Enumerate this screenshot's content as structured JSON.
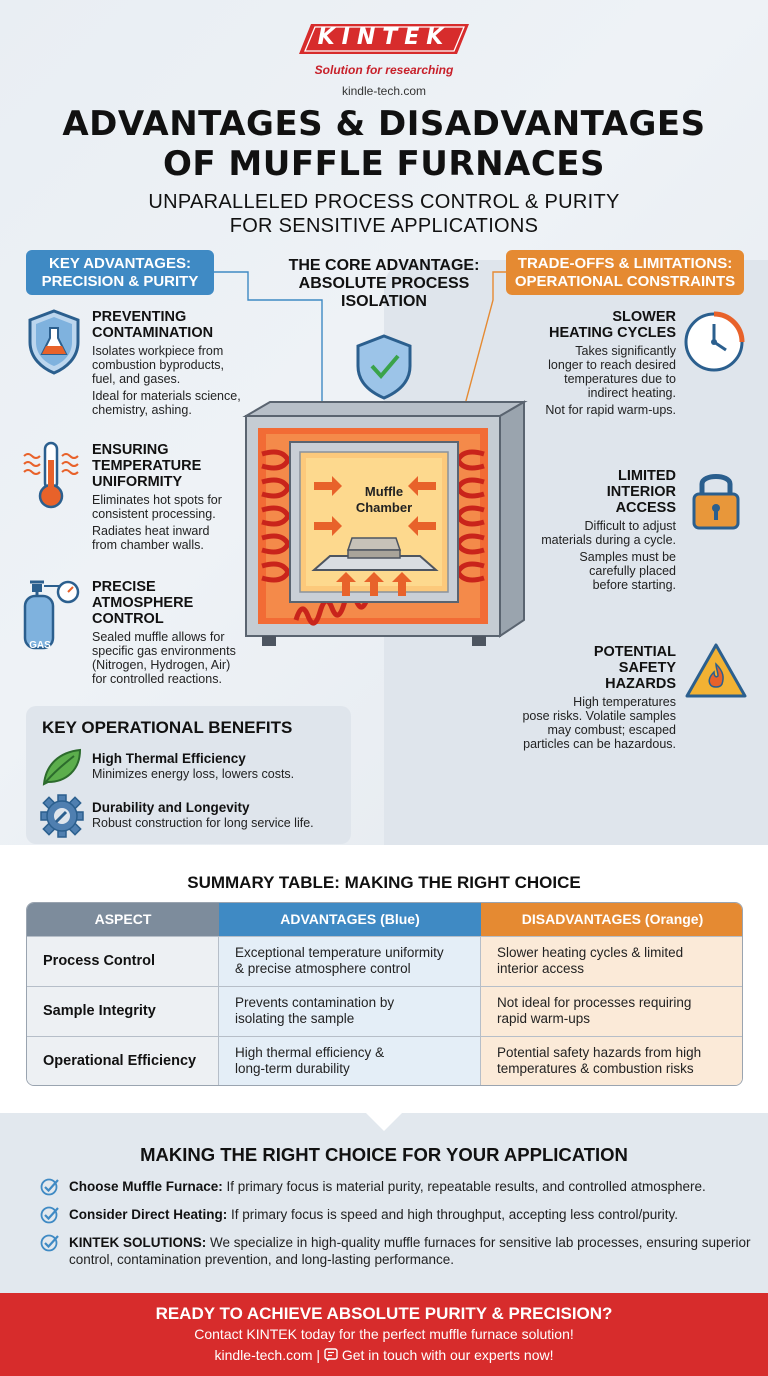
{
  "brand": {
    "logo": "KINTEK",
    "tagline": "Solution for researching",
    "site": "kindle-tech.com",
    "red": "#d72c2c"
  },
  "header": {
    "title_line1": "ADVANTAGES & DISADVANTAGES",
    "title_line2": "OF MUFFLE FURNACES",
    "subtitle_line1": "UNPARALLELED PROCESS CONTROL & PURITY",
    "subtitle_line2": "FOR SENSITIVE APPLICATIONS"
  },
  "advantages": {
    "heading_line1": "KEY ADVANTAGES:",
    "heading_line2": "PRECISION & PURITY",
    "color": "#3f8ac4",
    "items": [
      {
        "title_line1": "PREVENTING",
        "title_line2": "CONTAMINATION",
        "desc": [
          "Isolates workpiece from",
          "combustion byproducts,",
          "fuel, and gases."
        ],
        "note": [
          "Ideal for materials science,",
          "chemistry, ashing."
        ],
        "icon": "shield-flask-icon"
      },
      {
        "title_line1": "ENSURING",
        "title_line2": "TEMPERATURE",
        "title_line3": "UNIFORMITY",
        "desc": [
          "Eliminates hot spots for",
          "consistent processing."
        ],
        "note": [
          "Radiates heat inward",
          "from chamber walls."
        ],
        "icon": "thermometer-icon"
      },
      {
        "title_line1": "PRECISE",
        "title_line2": "ATMOSPHERE",
        "title_line3": "CONTROL",
        "desc": [
          "Sealed muffle allows for",
          "specific gas environments",
          "(Nitrogen, Hydrogen, Air)",
          "for controlled reactions."
        ],
        "icon": "gas-cylinder-icon",
        "icon_label": "GAS"
      }
    ]
  },
  "core": {
    "line1": "THE CORE ADVANTAGE:",
    "line2": "ABSOLUTE PROCESS",
    "line3": "ISOLATION",
    "chamber_line1": "Muffle",
    "chamber_line2": "Chamber"
  },
  "limitations": {
    "heading_line1": "TRADE-OFFS & LIMITATIONS:",
    "heading_line2": "OPERATIONAL CONSTRAINTS",
    "color": "#e58a32",
    "items": [
      {
        "title_line1": "SLOWER",
        "title_line2": "HEATING CYCLES",
        "desc": [
          "Takes significantly",
          "longer to reach desired",
          "temperatures due to",
          "indirect heating."
        ],
        "note": [
          "Not for rapid warm-ups."
        ],
        "icon": "clock-icon"
      },
      {
        "title_line1": "LIMITED",
        "title_line2": "INTERIOR",
        "title_line3": "ACCESS",
        "desc": [
          "Difficult to adjust",
          "materials during a cycle."
        ],
        "note": [
          "Samples must be",
          "carefully placed",
          "before starting."
        ],
        "icon": "padlock-icon"
      },
      {
        "title_line1": "POTENTIAL",
        "title_line2": "SAFETY",
        "title_line3": "HAZARDS",
        "desc": [
          "High temperatures",
          "pose risks. Volatile samples",
          "may combust; escaped",
          "particles can be hazardous."
        ],
        "icon": "fire-warning-icon"
      }
    ]
  },
  "benefits": {
    "heading": "KEY OPERATIONAL BENEFITS",
    "items": [
      {
        "title": "High Thermal Efficiency",
        "desc": "Minimizes energy loss, lowers costs.",
        "icon": "leaf-icon"
      },
      {
        "title": "Durability and Longevity",
        "desc": "Robust construction for long service life.",
        "icon": "gear-wrench-icon"
      }
    ]
  },
  "summary": {
    "title": "SUMMARY TABLE: MAKING THE RIGHT CHOICE",
    "headers": [
      "ASPECT",
      "ADVANTAGES (Blue)",
      "DISADVANTAGES (Orange)"
    ],
    "rows": [
      {
        "aspect": "Process Control",
        "adv": [
          "Exceptional temperature uniformity",
          "& precise atmosphere control"
        ],
        "dis": [
          "Slower heating cycles & limited",
          "interior access"
        ]
      },
      {
        "aspect": "Sample Integrity",
        "adv": [
          "Prevents contamination by",
          "isolating the sample"
        ],
        "dis": [
          "Not ideal for processes requiring",
          "rapid warm-ups"
        ]
      },
      {
        "aspect": "Operational Efficiency",
        "adv": [
          "High thermal efficiency &",
          "long-term durability"
        ],
        "dis": [
          "Potential safety hazards from high",
          "temperatures & combustion risks"
        ]
      }
    ]
  },
  "application": {
    "title": "MAKING THE RIGHT CHOICE FOR YOUR APPLICATION",
    "items": [
      {
        "label": "Choose Muffle Furnace:",
        "text": " If primary focus is material purity, repeatable results, and controlled atmosphere."
      },
      {
        "label": "Consider Direct Heating:",
        "text": " If primary focus is speed and high throughput, accepting less control/purity."
      },
      {
        "label": "KINTEK SOLUTIONS:",
        "text": " We specialize in high-quality muffle furnaces for sensitive lab processes, ensuring superior control, contamination prevention, and long-lasting performance."
      }
    ]
  },
  "footer": {
    "headline": "READY TO ACHIEVE ABSOLUTE PURITY & PRECISION?",
    "line": "Contact KINTEK today for the perfect muffle furnace solution!",
    "site": "kindle-tech.com",
    "separator": "|",
    "cta": "Get in touch with our experts now!"
  }
}
